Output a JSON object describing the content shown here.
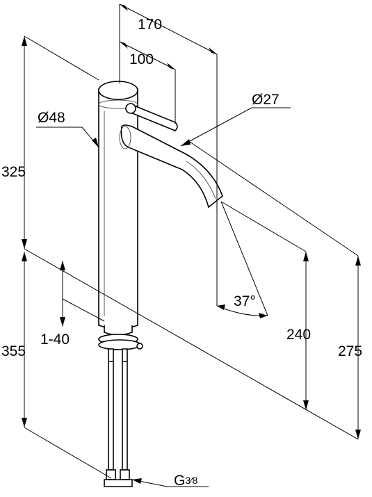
{
  "dimensions": {
    "spout_reach": "170",
    "lever_reach": "100",
    "spout_diameter": "Ø27",
    "body_diameter": "Ø48",
    "height_above_deck": "325",
    "height_below_deck": "355",
    "deck_thickness_range": "1-40",
    "spout_angle": "37°",
    "outlet_height": "240",
    "total_height": "275",
    "connection_thread_prefix": "G",
    "connection_thread_fraction": "3⁄8"
  }
}
